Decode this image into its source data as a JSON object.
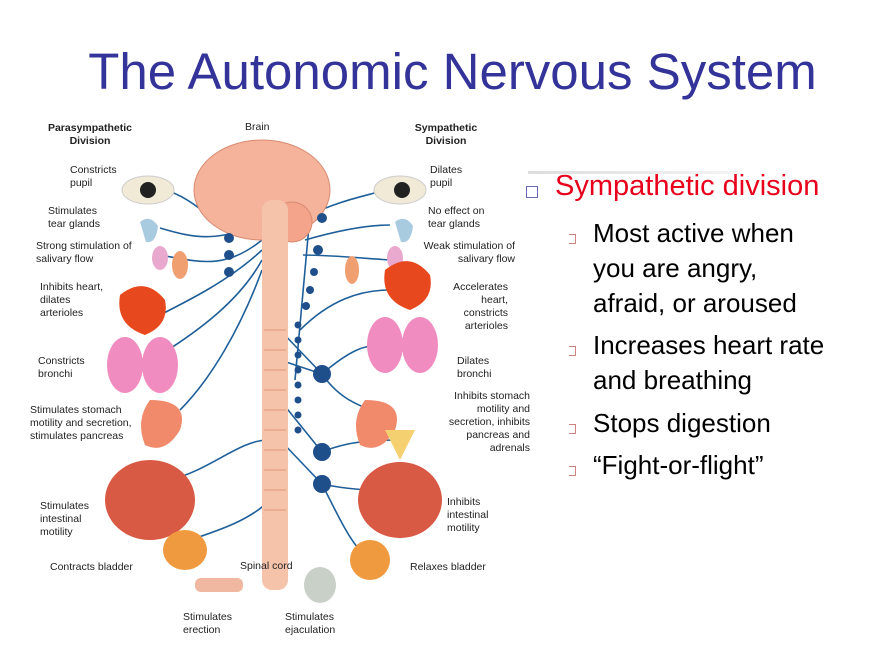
{
  "title": "The Autonomic Nervous System",
  "diagram": {
    "headers": {
      "left": "Parasympathetic\nDivision",
      "center": "Brain",
      "right": "Sympathetic\nDivision"
    },
    "left_labels": [
      "Constricts pupil",
      "Stimulates tear glands",
      "Strong stimulation of salivary flow",
      "Inhibits heart, dilates arterioles",
      "Constricts bronchi",
      "Stimulates stomach motility and secretion, stimulates pancreas",
      "Stimulates intestinal motility",
      "Contracts bladder"
    ],
    "right_labels": [
      "Dilates pupil",
      "No effect on tear glands",
      "Weak stimulation of salivary flow",
      "Accelerates heart, constricts arterioles",
      "Dilates bronchi",
      "Inhibits stomach motility and secretion, inhibits pancreas and adrenals",
      "Inhibits intestinal motility",
      "Relaxes bladder"
    ],
    "bottom_labels": {
      "spinal_cord": "Spinal cord",
      "erection": "Stimulates erection",
      "ejaculation": "Stimulates ejaculation"
    }
  },
  "bullets": {
    "heading": "Sympathetic division",
    "items": [
      "Most active when you are angry, afraid, or aroused",
      "Increases heart rate and breathing",
      "Stops digestion",
      "“Fight-or-flight”"
    ]
  },
  "colors": {
    "title": "#333399",
    "heading": "#e8001c",
    "nerve": "#1f5f99"
  }
}
